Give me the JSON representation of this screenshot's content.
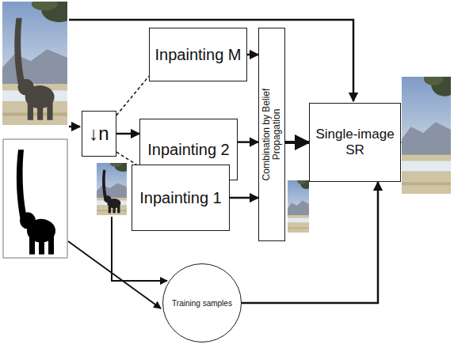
{
  "diagram": {
    "nodes": [
      {
        "text": [
          "↓n"
        ]
      },
      {
        "text": [
          "Inpainting M"
        ]
      },
      {
        "text": [
          "Inpainting 2"
        ]
      },
      {
        "text": [
          "Inpainting 1"
        ]
      },
      {
        "text": [
          "Combination by Belief Propagation"
        ]
      },
      {
        "text": [
          "Single-image SR"
        ]
      },
      {
        "text": [
          "Training samples"
        ]
      }
    ],
    "edges": [
      {
        "from": 0,
        "to": 1,
        "arrow": "none"
      },
      {
        "from": 0,
        "to": 2,
        "arrow": "to"
      },
      {
        "from": 0,
        "to": 3,
        "arrow": "none"
      },
      {
        "from": 1,
        "to": 4,
        "arrow": "to"
      },
      {
        "from": 2,
        "to": 4,
        "arrow": "to"
      },
      {
        "from": 3,
        "to": 4,
        "arrow": "to"
      },
      {
        "from": 4,
        "to": 5,
        "arrow": "to"
      },
      {
        "from": 6,
        "to": 5,
        "arrow": "to"
      }
    ]
  }
}
